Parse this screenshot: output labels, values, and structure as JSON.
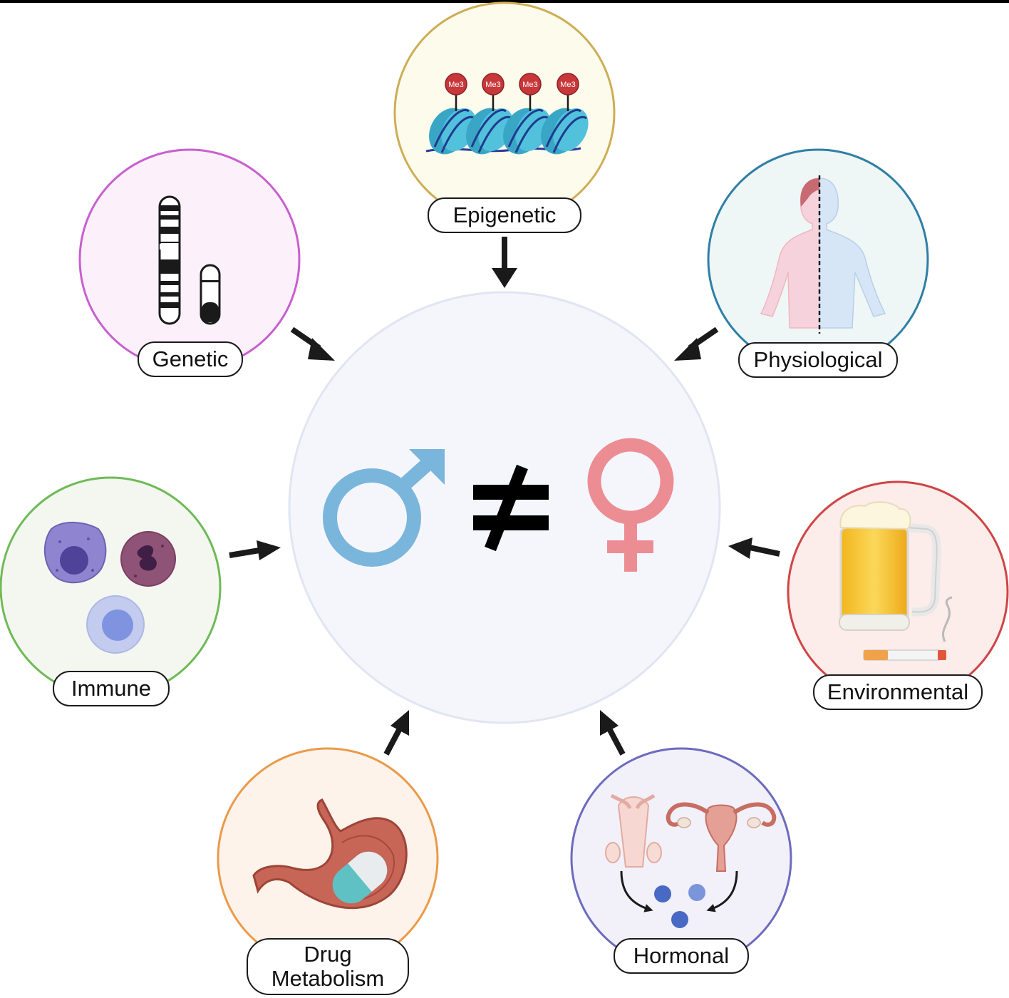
{
  "center": {
    "male_symbol": "male-symbol",
    "not_equal": "≠",
    "female_symbol": "female-symbol",
    "male_color": "#7ab5dc",
    "female_color": "#ec8d94"
  },
  "factors": [
    {
      "key": "epigenetic",
      "label": "Epigenetic",
      "ring": "#cdae56",
      "fill": "#fdfbec",
      "icon": "nucleosome-icon"
    },
    {
      "key": "genetic",
      "label": "Genetic",
      "ring": "#c860cf",
      "fill": "#fcf1fb",
      "icon": "chromosome-icon"
    },
    {
      "key": "physiological",
      "label": "Physiological",
      "ring": "#2f7fa6",
      "fill": "#eef6f6",
      "icon": "body-icon"
    },
    {
      "key": "immune",
      "label": "Immune",
      "ring": "#6fba57",
      "fill": "#f3f7ef",
      "icon": "immune-cells-icon"
    },
    {
      "key": "environmental",
      "label": "Environmental",
      "ring": "#cf4545",
      "fill": "#fcecea",
      "icon": "beer-cigarette-icon"
    },
    {
      "key": "drug",
      "label_line1": "Drug",
      "label_line2": "Metabolism",
      "ring": "#eb9a4a",
      "fill": "#fdf3ea",
      "icon": "stomach-pill-icon"
    },
    {
      "key": "hormonal",
      "label": "Hormonal",
      "ring": "#6c6bbd",
      "fill": "#f2f0f9",
      "icon": "reproductive-organs-icon"
    }
  ],
  "nucleosome_marks": [
    "Me3",
    "Me3",
    "Me3",
    "Me3"
  ]
}
